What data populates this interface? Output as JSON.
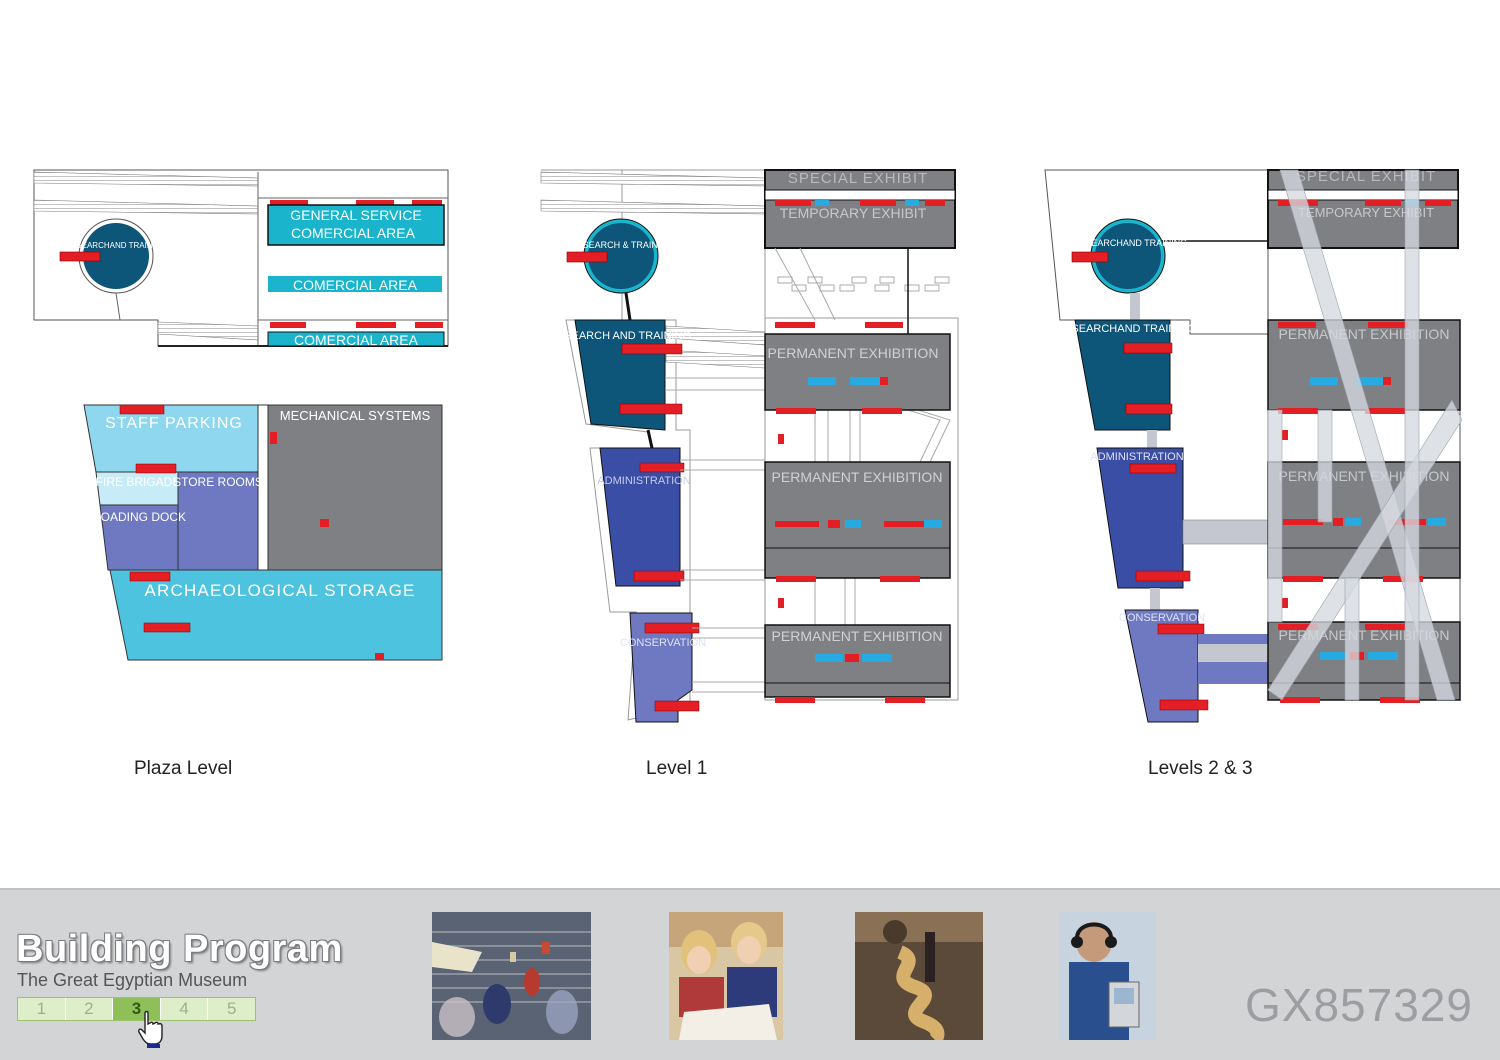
{
  "plans": {
    "plaza": {
      "caption": "Plaza Level",
      "labels": {
        "research": "RESEARCHAND TRAINING",
        "general_service": "GENERAL SERVICE",
        "comercial_1": "COMERCIAL AREA",
        "comercial_2": "COMERCIAL AREA",
        "comercial_3": "COMERCIAL AREA",
        "staff_parking": "STAFF PARKING",
        "mechanical": "MECHANICAL SYSTEMS",
        "fire_brigade": "FIRE BRIGADE",
        "store_rooms": "STORE ROOMS",
        "loading_dock": "LOADING DOCK",
        "archaeological": "ARCHAEOLOGICAL STORAGE"
      }
    },
    "level1": {
      "caption": "Level 1",
      "labels": {
        "special": "SPECIAL EXHIBIT",
        "temporary": "TEMPORARY EXHIBIT",
        "research_circle": "RESEARCH & TRAINING",
        "research": "RESEARCH AND TRAINING",
        "administration": "ADMINISTRATION",
        "conservation": "CONSERVATION",
        "permanent_1": "PERMANENT EXHIBITION",
        "permanent_2": "PERMANENT EXHIBITION",
        "permanent_3": "PERMANENT EXHIBITION"
      }
    },
    "level23": {
      "caption": "Levels 2 & 3",
      "labels": {
        "special": "SPECIAL EXHIBIT",
        "temporary": "TEMPORARY EXHIBIT",
        "research_circle": "RESEARCHAND TRAINING",
        "research": "RESEARCHAND TRAINING",
        "administration": "ADMINISTRATION",
        "conservation": "CONSERVATION",
        "permanent_1": "PERMANENT EXHIBITION",
        "permanent_2": "PERMANENT EXHIBITION",
        "permanent_3": "PERMANENT EXHIBITION"
      }
    }
  },
  "footer": {
    "title": "Building Program",
    "subtitle": "The Great Egyptian Museum",
    "pages": [
      "1",
      "2",
      "3",
      "4",
      "5"
    ],
    "active_page": "3",
    "watermark": "GX857329"
  },
  "colors": {
    "teal": "#1ab5cc",
    "dark_blue": "#0d5679",
    "admin_blue": "#3a4ea6",
    "conservation_blue": "#6e79c2",
    "gray_block": "#7f8083",
    "cyan_storage": "#4ec3e0",
    "light_cyan": "#8fd7ee",
    "red_marker": "#e31e24",
    "blue_marker": "#27a9e1"
  }
}
